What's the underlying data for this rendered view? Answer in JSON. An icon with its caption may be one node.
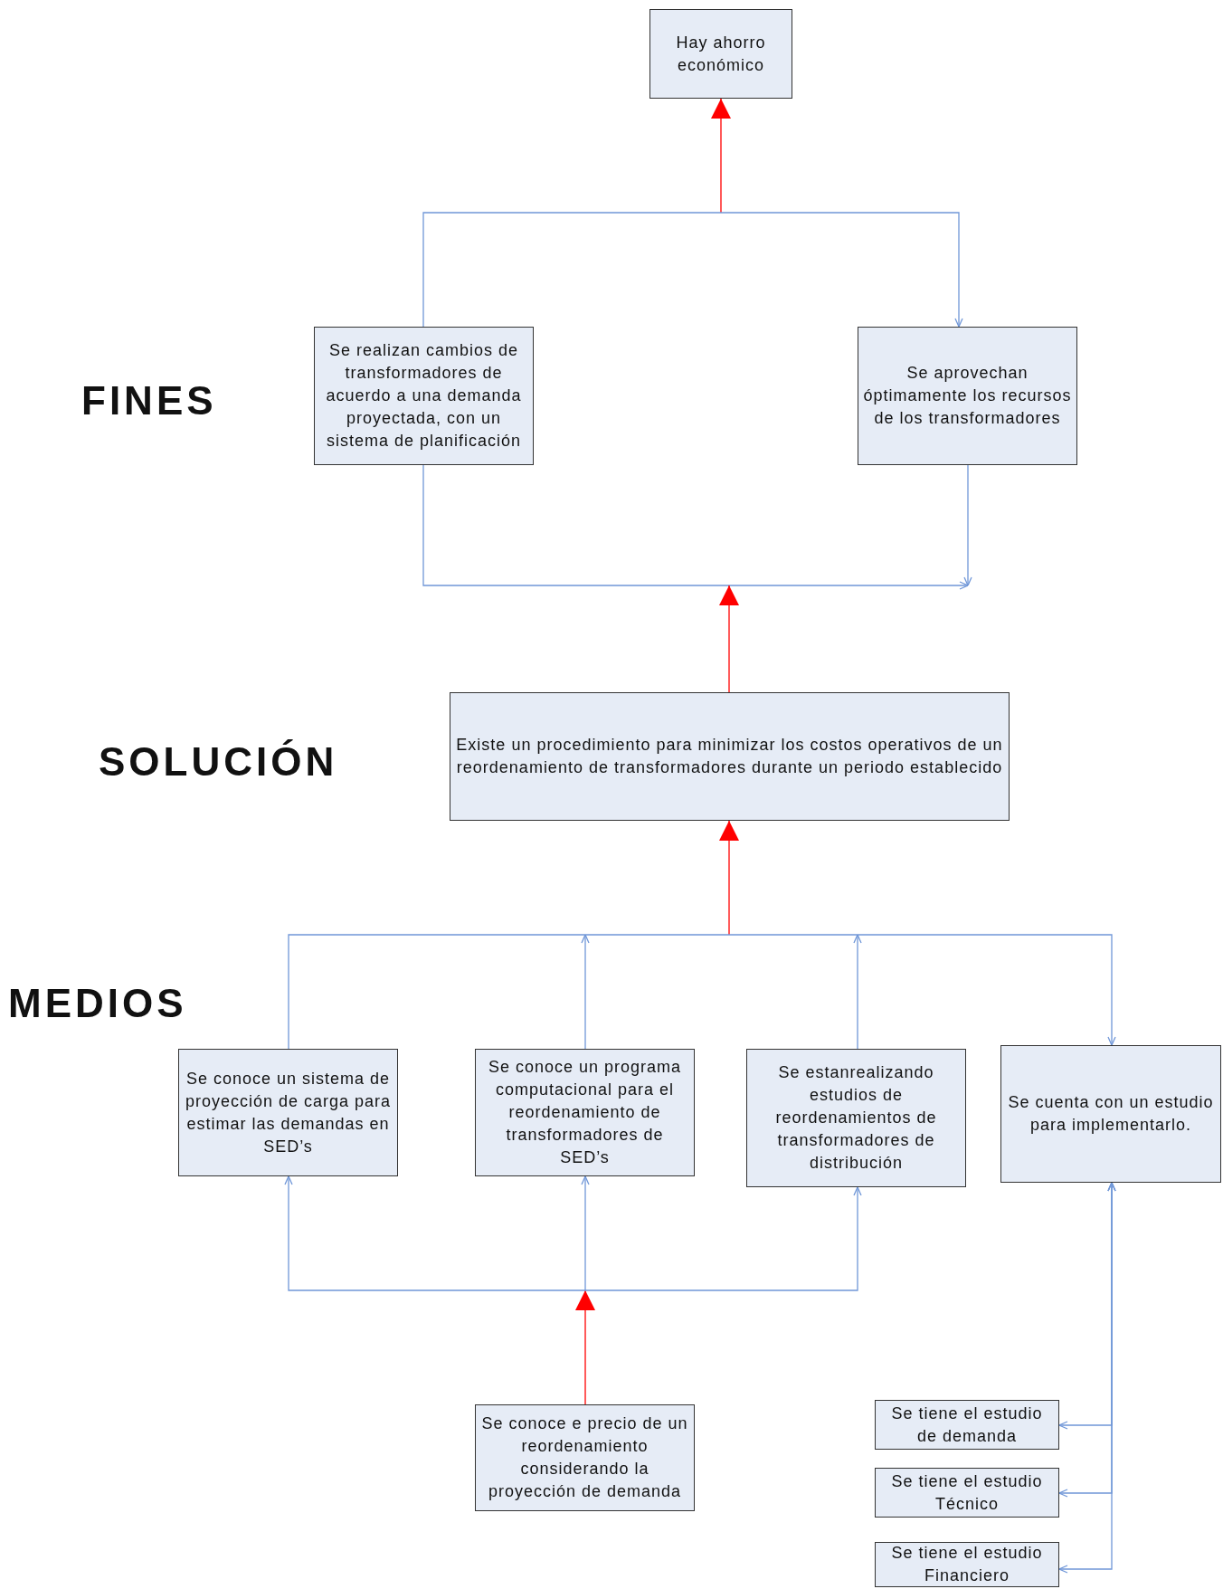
{
  "diagram": {
    "nodes": [
      {
        "text": [
          "Hay ahorro económico"
        ]
      },
      {
        "text": [
          "Se realizan cambios de transformadores de acuerdo a una demanda proyectada, con un sistema de planificación"
        ]
      },
      {
        "text": [
          "Se aprovechan óptimamente los recursos de los transformadores"
        ]
      },
      {
        "text": [
          "Existe un procedimiento para minimizar los costos operativos de un reordenamiento de transformadores durante un periodo establecido"
        ]
      },
      {
        "text": [
          "Se conoce un sistema de proyección de carga para estimar las demandas en SED’s"
        ]
      },
      {
        "text": [
          "Se conoce un programa computacional para el reordenamiento de transformadores de SED’s"
        ]
      },
      {
        "text": [
          "Se estanrealizando estudios de reordenamientos de transformadores de distribución"
        ]
      },
      {
        "text": [
          "Se cuenta con un estudio para implementarlo."
        ]
      },
      {
        "text": [
          "Se conoce e precio de un reordenamiento considerando la proyección de demanda"
        ]
      },
      {
        "text": [
          "Se tiene el estudio de demanda"
        ]
      },
      {
        "text": [
          "Se tiene el estudio Técnico"
        ]
      },
      {
        "text": [
          "Se tiene el estudio Financiero"
        ]
      }
    ],
    "edges": [
      {
        "from": null,
        "to": 0,
        "arrow": "to",
        "color": "#ff0000"
      },
      {
        "from": 1,
        "to": 2,
        "arrow": "to"
      },
      {
        "from": 1,
        "to": null,
        "arrow": "to"
      },
      {
        "from": 2,
        "to": null,
        "arrow": "to"
      },
      {
        "from": 3,
        "to": null,
        "arrow": "to",
        "color": "#ff0000"
      },
      {
        "from": null,
        "to": 3,
        "arrow": "to",
        "color": "#ff0000"
      },
      {
        "from": 4,
        "to": 7,
        "arrow": "to"
      },
      {
        "from": 5,
        "to": null,
        "arrow": "to"
      },
      {
        "from": 6,
        "to": null,
        "arrow": "to"
      },
      {
        "from": 8,
        "to": null,
        "arrow": "to",
        "color": "#ff0000"
      },
      {
        "from": null,
        "to": 4,
        "arrow": "to"
      },
      {
        "from": null,
        "to": 5,
        "arrow": "to"
      },
      {
        "from": null,
        "to": 6,
        "arrow": "to"
      },
      {
        "from": 7,
        "to": 9,
        "arrow": "both"
      },
      {
        "from": 7,
        "to": 10,
        "arrow": "both"
      },
      {
        "from": 7,
        "to": 11,
        "arrow": "both"
      }
    ],
    "labels": [
      "FINES",
      "SOLUCIÓN",
      "MEDIOS"
    ]
  }
}
